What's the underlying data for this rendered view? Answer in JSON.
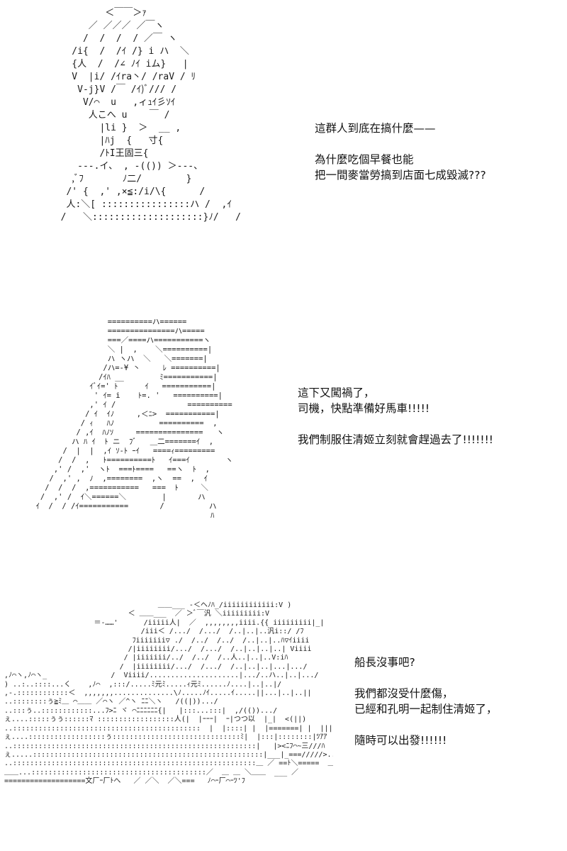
{
  "panels": [
    {
      "dialogue": [
        [
          "這群人到底在搞什麼——"
        ],
        [
          "為什麼吃個早餐也能",
          "把一間麥當勞搞到店面七成毀滅???"
        ]
      ]
    },
    {
      "dialogue": [
        [
          "這下又闖禍了，",
          "司機，快點準備好馬車!!!!!"
        ],
        [
          "我們制服住清姬立刻就會趕過去了!!!!!!!"
        ]
      ]
    },
    {
      "dialogue": [
        [
          "船長沒事吧?"
        ],
        [
          "我們都沒受什麼傷，",
          "已經和孔明一起制住清姬了，"
        ],
        [
          "隨時可以出發!!!!!!"
        ]
      ]
    }
  ]
}
